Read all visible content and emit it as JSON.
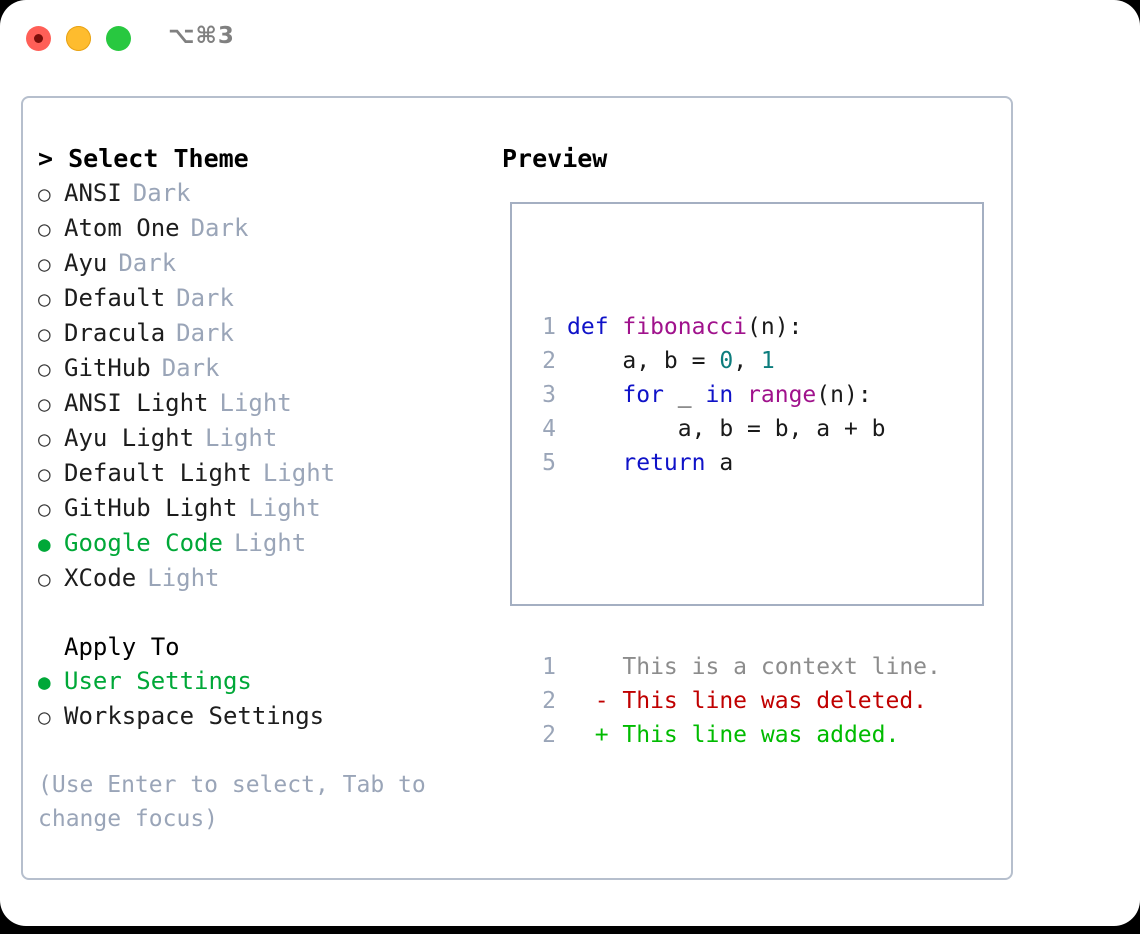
{
  "titlebar": {
    "shortcut": "⌥⌘3",
    "buttons": [
      {
        "name": "close",
        "color": "#ff5f57"
      },
      {
        "name": "minimize",
        "color": "#febc2e"
      },
      {
        "name": "zoom",
        "color": "#28c840"
      }
    ]
  },
  "theme_picker": {
    "title": "> Select Theme",
    "options": [
      {
        "bullet": "○",
        "label": "ANSI",
        "tag": "Dark",
        "selected": false
      },
      {
        "bullet": "○",
        "label": "Atom One",
        "tag": "Dark",
        "selected": false
      },
      {
        "bullet": "○",
        "label": "Ayu",
        "tag": "Dark",
        "selected": false
      },
      {
        "bullet": "○",
        "label": "Default",
        "tag": "Dark",
        "selected": false
      },
      {
        "bullet": "○",
        "label": "Dracula",
        "tag": "Dark",
        "selected": false
      },
      {
        "bullet": "○",
        "label": "GitHub",
        "tag": "Dark",
        "selected": false
      },
      {
        "bullet": "○",
        "label": "ANSI Light",
        "tag": "Light",
        "selected": false
      },
      {
        "bullet": "○",
        "label": "Ayu Light",
        "tag": "Light",
        "selected": false
      },
      {
        "bullet": "○",
        "label": "Default Light",
        "tag": "Light",
        "selected": false
      },
      {
        "bullet": "○",
        "label": "GitHub Light",
        "tag": "Light",
        "selected": false
      },
      {
        "bullet": "●",
        "label": "Google Code",
        "tag": "Light",
        "selected": true
      },
      {
        "bullet": "○",
        "label": "XCode",
        "tag": "Light",
        "selected": false
      }
    ]
  },
  "apply_to": {
    "heading": "Apply To",
    "options": [
      {
        "bullet": "●",
        "label": "User Settings",
        "selected": true
      },
      {
        "bullet": "○",
        "label": "Workspace Settings",
        "selected": false
      }
    ]
  },
  "hint": "(Use Enter to select, Tab to change focus)",
  "preview": {
    "title": "Preview",
    "code_lines": [
      {
        "no": "1",
        "tokens": [
          {
            "t": "def ",
            "c": "kw"
          },
          {
            "t": "fibonacci",
            "c": "fn"
          },
          {
            "t": "(n):",
            "c": "pl"
          }
        ]
      },
      {
        "no": "2",
        "tokens": [
          {
            "t": "    a, b = ",
            "c": "pl"
          },
          {
            "t": "0",
            "c": "num"
          },
          {
            "t": ", ",
            "c": "pl"
          },
          {
            "t": "1",
            "c": "num"
          }
        ]
      },
      {
        "no": "3",
        "tokens": [
          {
            "t": "    ",
            "c": "pl"
          },
          {
            "t": "for",
            "c": "kw"
          },
          {
            "t": " _ ",
            "c": "pl"
          },
          {
            "t": "in",
            "c": "kw"
          },
          {
            "t": " ",
            "c": "pl"
          },
          {
            "t": "range",
            "c": "fn"
          },
          {
            "t": "(n):",
            "c": "pl"
          }
        ]
      },
      {
        "no": "4",
        "tokens": [
          {
            "t": "        a, b = b, a + b",
            "c": "pl"
          }
        ]
      },
      {
        "no": "5",
        "tokens": [
          {
            "t": "    ",
            "c": "pl"
          },
          {
            "t": "return",
            "c": "kw"
          },
          {
            "t": " a",
            "c": "pl"
          }
        ]
      }
    ],
    "diff_lines": [
      {
        "no": "1",
        "marker": " ",
        "text": "This is a context line.",
        "kind": "ctx"
      },
      {
        "no": "2",
        "marker": "-",
        "text": "This line was deleted.",
        "kind": "del"
      },
      {
        "no": "2",
        "marker": "+",
        "text": "This line was added.",
        "kind": "add"
      }
    ]
  },
  "colors": {
    "accent_green": "#00a838",
    "muted": "#9aa5b8",
    "keyword": "#0f12c8",
    "function": "#a0128c",
    "number": "#0d7d7d",
    "diff_add": "#00bb00",
    "diff_del": "#c00000",
    "border": "#b6bfcd"
  }
}
